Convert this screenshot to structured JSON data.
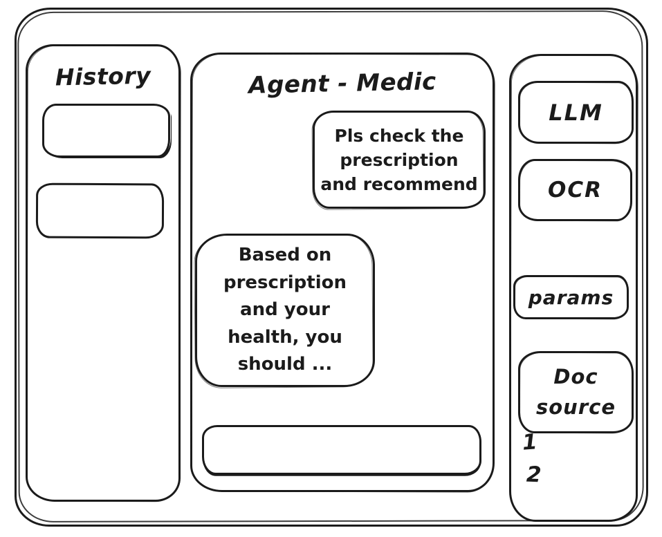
{
  "app": {
    "title": "Agent - Medic"
  },
  "history_panel": {
    "title": "History",
    "items": [
      {
        "label": ""
      },
      {
        "label": ""
      }
    ]
  },
  "chat": {
    "user_message": "Pls check the\nprescription\nand recommend",
    "agent_message": "Based on\nprescription\nand your\nhealth, you\nshould ...",
    "input_value": "",
    "input_placeholder": ""
  },
  "tools_panel": {
    "buttons": [
      {
        "label": "LLM"
      },
      {
        "label": "OCR"
      },
      {
        "label": "params"
      },
      {
        "label": "Doc\nsource"
      }
    ],
    "doc_list": [
      "1",
      "2"
    ]
  },
  "colors": {
    "ink": "#1b1b1b",
    "paper": "#ffffff"
  }
}
